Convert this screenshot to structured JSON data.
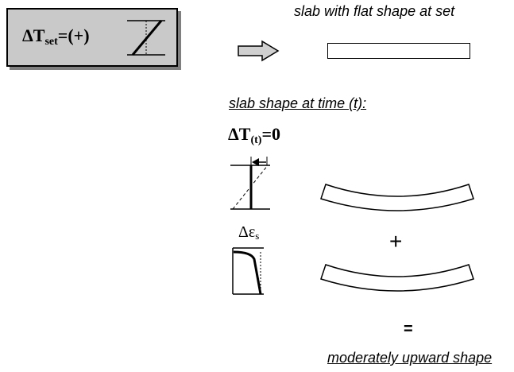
{
  "set_condition": {
    "delta": "ΔT",
    "subscript": "set",
    "value": "=(+)"
  },
  "flat_label": "slab with flat shape at set",
  "time_label": "slab shape at time (t):",
  "time_condition": {
    "delta": "ΔT",
    "subscript": "(t)",
    "value": "=0"
  },
  "shrinkage_label": {
    "symbol": "Δε",
    "subscript": "s"
  },
  "plus_sign": "+",
  "equals_sign": "=",
  "result_label": "moderately upward shape"
}
